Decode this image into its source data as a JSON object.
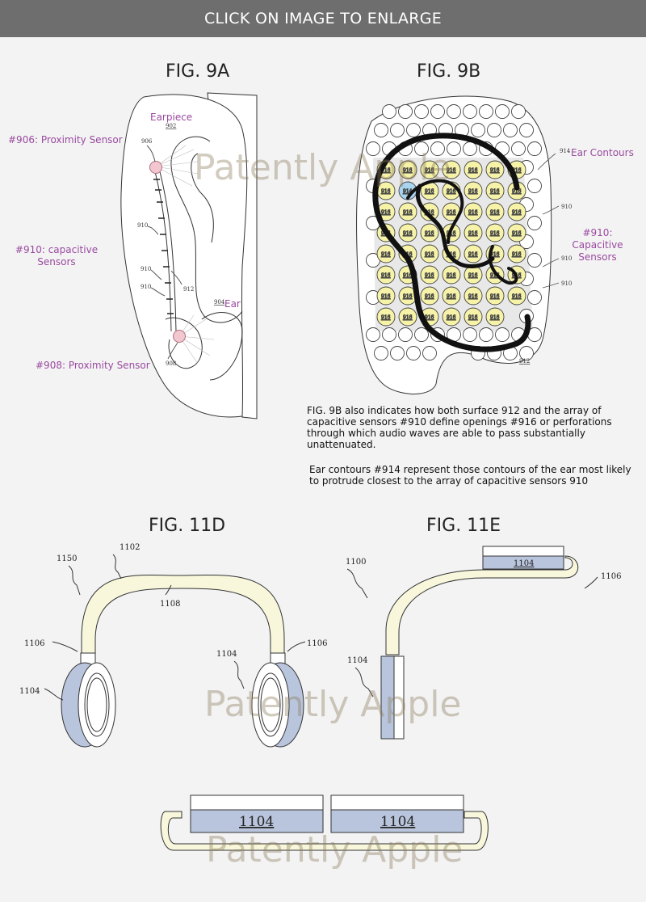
{
  "banner": {
    "text": "CLICK ON IMAGE TO ENLARGE"
  },
  "figures": {
    "fig9a": {
      "title": "FIG. 9A",
      "callouts": {
        "earpiece": "Earpiece",
        "proximity_906": "#906: Proximity Sensor",
        "capacitive_910": "#910: capacitive Sensors",
        "ear": "Ear",
        "proximity_908": "#908: Proximity Sensor"
      },
      "refs": {
        "r902": "902",
        "r906": "906",
        "r910a": "910",
        "r910b": "910",
        "r910c": "910",
        "r912": "912",
        "r904": "904",
        "r908": "908"
      }
    },
    "fig9b": {
      "title": "FIG. 9B",
      "callouts": {
        "ear_contours": "Ear Contours",
        "capacitive_910": "#910: Capacitive Sensors"
      },
      "refs": {
        "r914": "914",
        "r910a": "910",
        "r910b": "910",
        "r910c": "910",
        "r912": "912",
        "sensor": "914",
        "cell": "916"
      }
    },
    "fig11d": {
      "title": "FIG. 11D",
      "refs": {
        "r1150": "1150",
        "r1102": "1102",
        "r1108": "1108",
        "r1106l": "1106",
        "r1106r": "1106",
        "r1104l": "1104",
        "r1104r": "1104"
      }
    },
    "fig11e": {
      "title": "FIG. 11E",
      "refs": {
        "r1100": "1100",
        "r1104top": "1104",
        "r1106": "1106",
        "r1104side": "1104"
      }
    },
    "fig_bottom": {
      "left_label": "1104",
      "right_label": "1104"
    }
  },
  "notes": {
    "note1": "FIG. 9B also indicates how both surface 912 and the array of capacitive sensors #910 define openings #916 or perforations through which audio waves are able to pass substantially unattenuated.",
    "note2": "Ear contours #914 represent those contours of the ear most likely to protrude closest to the array of capacitive sensors 910"
  },
  "watermark": "Patently Apple",
  "colors": {
    "banner": "#6e6e6e",
    "callout": "#9a4aa0",
    "sensor_yellow": "#f6f3a8",
    "sensor_blue": "#a8d4ef",
    "pad_blue": "#b9c5dc",
    "band_cream": "#f8f7dc",
    "background": "#f3f3f3"
  }
}
